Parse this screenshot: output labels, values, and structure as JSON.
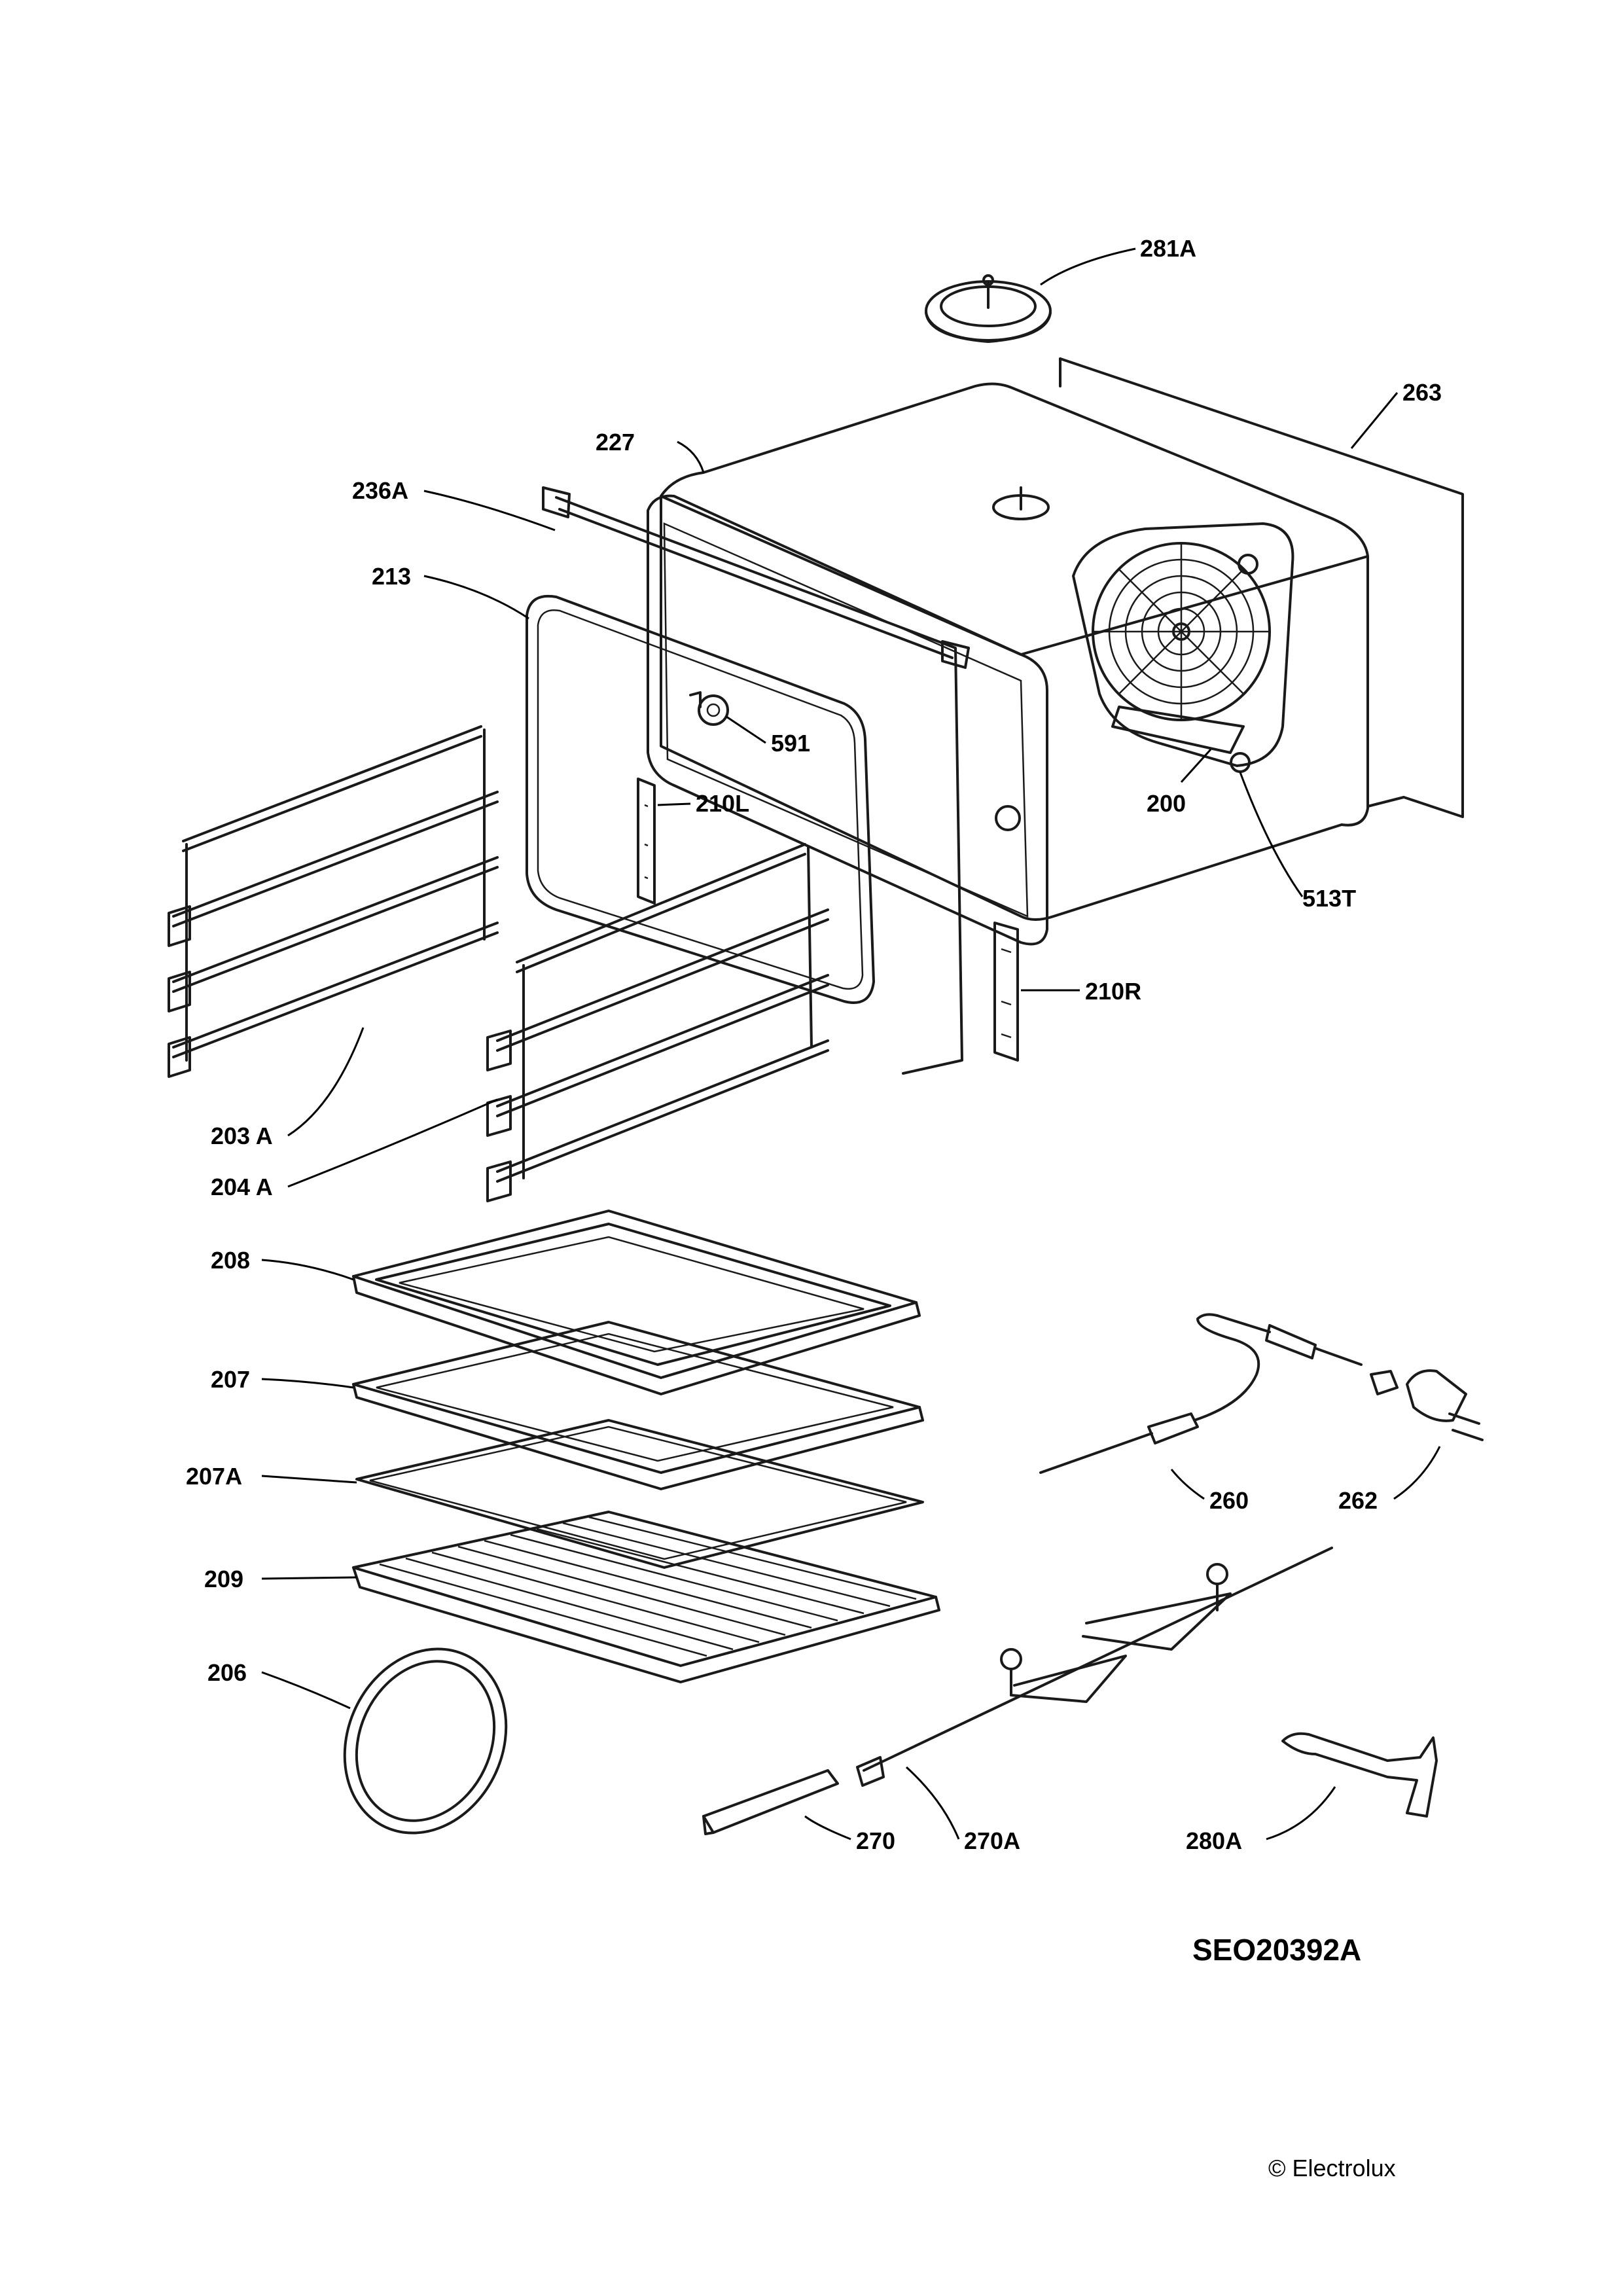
{
  "diagram": {
    "reference_code": "SEO20392A",
    "copyright": "© Electrolux",
    "part_labels": [
      {
        "id": "281A",
        "text": "281A"
      },
      {
        "id": "263",
        "text": "263"
      },
      {
        "id": "227",
        "text": "227"
      },
      {
        "id": "236A",
        "text": "236A"
      },
      {
        "id": "213",
        "text": "213"
      },
      {
        "id": "591",
        "text": "591"
      },
      {
        "id": "210L",
        "text": "210L"
      },
      {
        "id": "200",
        "text": "200"
      },
      {
        "id": "513T",
        "text": "513T"
      },
      {
        "id": "210R",
        "text": "210R"
      },
      {
        "id": "203A",
        "text": "203 A"
      },
      {
        "id": "204A",
        "text": "204 A"
      },
      {
        "id": "208",
        "text": "208"
      },
      {
        "id": "207",
        "text": "207"
      },
      {
        "id": "207A",
        "text": "207A"
      },
      {
        "id": "209",
        "text": "209"
      },
      {
        "id": "206",
        "text": "206"
      },
      {
        "id": "260",
        "text": "260"
      },
      {
        "id": "262",
        "text": "262"
      },
      {
        "id": "270",
        "text": "270"
      },
      {
        "id": "270A",
        "text": "270A"
      },
      {
        "id": "280A",
        "text": "280A"
      }
    ]
  }
}
